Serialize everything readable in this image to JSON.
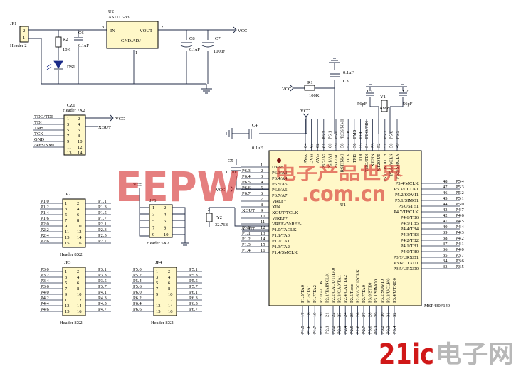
{
  "jp1": {
    "ref": "JP1",
    "name": "Header 2",
    "pins": [
      "2",
      "1"
    ]
  },
  "u2": {
    "ref": "U2",
    "part": "AS1117-33",
    "in": "IN",
    "vout": "VOUT",
    "gnd": "GND/ADJ",
    "pin_in": "3",
    "pin_out": "2",
    "pin_gnd": "1"
  },
  "power": {
    "r2": "R2",
    "r2_val": "10K",
    "ds1": "DS1",
    "c6": "C6",
    "c6_val": "0.1uF",
    "c8": "C8",
    "c8_val": "0.1uF",
    "c7": "C7",
    "c7_val": "100uF",
    "vcc": "VCC"
  },
  "reset": {
    "r1": "R1",
    "r1_val": "100K",
    "c3": "C3",
    "c3_val": "0.1uF",
    "vcc": "VCC"
  },
  "crystal": {
    "c1": "C1",
    "c1_val": "56pF",
    "c2": "C2",
    "c2_val": "56pF",
    "y1": "Y1",
    "y1_val": "8MZ"
  },
  "decoupling": {
    "c4": "C4",
    "c4_val": "0.1uF",
    "c5": "C5",
    "c5_val": "0.1uF",
    "vcc": "VCC"
  },
  "cz1": {
    "ref": "CZ1",
    "name": "Header 7X2",
    "left_pins": [
      "1",
      "3",
      "5",
      "7",
      "9",
      "11",
      "13"
    ],
    "right_pins": [
      "2",
      "4",
      "6",
      "8",
      "10",
      "12",
      "14"
    ],
    "nets": [
      "TDO/TDI",
      "TDI",
      "TMS",
      "TCK",
      "GND",
      "/RES/NMI"
    ],
    "vcc": "VCC",
    "xout": "XOUT"
  },
  "jp2": {
    "ref": "JP2",
    "name": "Header 8X2",
    "left_pins": [
      "1",
      "3",
      "5",
      "7",
      "9",
      "11",
      "13",
      "15"
    ],
    "right_pins": [
      "2",
      "4",
      "6",
      "8",
      "10",
      "12",
      "14",
      "16"
    ],
    "left_nets": [
      "P1.0",
      "P1.2",
      "P1.4",
      "P1.6",
      "P2.0",
      "P2.2",
      "P2.4",
      "P2.6"
    ],
    "right_nets": [
      "P1.1",
      "P1.3",
      "P1.5",
      "P1.7",
      "P2.1",
      "P2.3",
      "P2.5",
      "P2.7"
    ]
  },
  "jp5": {
    "ref": "JP5",
    "name": "Header 5X2",
    "vcc": "VCC",
    "left_pins": [
      "1",
      "3",
      "5",
      "7",
      "9"
    ],
    "right_pins": [
      "2",
      "4",
      "6",
      "8",
      "10"
    ]
  },
  "y2": {
    "ref": "Y2",
    "val": "32.768",
    "xout": "XOUT",
    "pin": "2"
  },
  "jp3": {
    "ref": "JP3",
    "name": "Header 8X2",
    "left_pins": [
      "1",
      "3",
      "5",
      "7",
      "9",
      "11",
      "13",
      "15"
    ],
    "right_pins": [
      "2",
      "4",
      "6",
      "8",
      "10",
      "12",
      "14",
      "16"
    ],
    "left_nets": [
      "P3.0",
      "P3.2",
      "P3.4",
      "P3.6",
      "P4.0",
      "P4.2",
      "P4.4",
      "P4.6"
    ],
    "right_nets": [
      "P3.1",
      "P3.3",
      "P3.5",
      "P3.7",
      "P4.1",
      "P4.3",
      "P4.5",
      "P4.7"
    ]
  },
  "jp4": {
    "ref": "JP4",
    "name": "Header 8X2",
    "left_pins": [
      "1",
      "3",
      "5",
      "7",
      "9",
      "11",
      "13",
      "15"
    ],
    "right_pins": [
      "2",
      "4",
      "6",
      "8",
      "10",
      "12",
      "14",
      "16"
    ],
    "left_nets": [
      "P5.0",
      "P5.2",
      "P5.4",
      "P5.6",
      "P6.0",
      "P6.2",
      "P6.4",
      "P6.6"
    ],
    "right_nets": [
      "P5.1",
      "P5.3",
      "P5.5",
      "P5.7",
      "P6.1",
      "P6.3",
      "P6.5",
      "P6.7"
    ]
  },
  "u1": {
    "ref": "U1",
    "part": "MSP430F149",
    "left_nums": [
      "1",
      "2",
      "3",
      "4",
      "5",
      "6",
      "7",
      "8",
      "9",
      "10",
      "11",
      "12",
      "13",
      "14",
      "15",
      "16"
    ],
    "left_labels": [
      "DVcc",
      "P6.3/A3",
      "P6.4/A4",
      "P6.5/A5",
      "P6.6/A6",
      "P6.7/A7",
      "VREF+",
      "XIN",
      "XOUT/TCLK",
      "VeREF+",
      "VREF-/VeREF-",
      "P1.0/TACLK",
      "P1.1/TA0",
      "P1.2/TA1",
      "P1.3/TA2",
      "P1.4/SMCLK"
    ],
    "left_nets": [
      "",
      "P6.3",
      "P6.4",
      "P6.5",
      "P6.6",
      "P6.7",
      "",
      "",
      "XOUT",
      "",
      "",
      "P1.0",
      "P1.1",
      "P1.2",
      "P1.3",
      "P1.4"
    ],
    "right_nums": [
      "48",
      "47",
      "46",
      "45",
      "44",
      "43",
      "42",
      "41",
      "40",
      "39",
      "38",
      "37",
      "36",
      "35",
      "34",
      "33"
    ],
    "right_labels": [
      "P5.4/MCLK",
      "P5.3/UCLK1",
      "P5.2/SOMI1",
      "P5.1/SIMO1",
      "P5.0/STE1",
      "P4.7/TBCLK",
      "P4.6/TB6",
      "P4.5/TB5",
      "P4.4/TB4",
      "P4.3/TB3",
      "P4.2/TB2",
      "P4.1/TB1",
      "P4.0/TB0",
      "P3.7/URXD1",
      "P3.6/UTXD1",
      "P3.5/URXD0"
    ],
    "right_nets": [
      "P5.4",
      "P5.3",
      "P5.2",
      "P5.1",
      "P5.0",
      "P4.7",
      "P4.6",
      "P4.5",
      "P4.4",
      "P4.3",
      "P4.2",
      "P4.1",
      "P4.0",
      "P3.7",
      "P3.6",
      "P3.5"
    ],
    "top_nums": [
      "64",
      "63",
      "62",
      "61",
      "60",
      "59",
      "58",
      "57",
      "56",
      "55",
      "54",
      "53",
      "52",
      "51",
      "50",
      "49"
    ],
    "top_labels": [
      "AVcc",
      "DVss",
      "AVss",
      "P6.2/A2",
      "P6.1/A1",
      "P6.0/A0",
      "RST/NMI",
      "TCK",
      "TMS",
      "TDI",
      "TDO/TDI",
      "XT2IN",
      "XT2OUT",
      "P5.7/TBOUTH",
      "P5.6/ACLK",
      "P5.5/SMCLK"
    ],
    "top_nets": [
      "",
      "",
      "",
      "P6.2",
      "P6.1",
      "P6.0",
      "/RES/NMI",
      "TCK",
      "TMS",
      "TDI",
      "TDO/TDI",
      "",
      "",
      "P5.7",
      "P5.6",
      "P5.5"
    ],
    "bottom_nums": [
      "17",
      "18",
      "19",
      "20",
      "21",
      "22",
      "23",
      "24",
      "25",
      "26",
      "27",
      "28",
      "29",
      "30",
      "31",
      "32"
    ],
    "bottom_labels": [
      "P1.5/TA0",
      "P1.6/TA1",
      "P1.7/TA2",
      "P2.0/ACLK",
      "P2.1/TAINCLK",
      "P2.2/CAOUT/TA0",
      "P2.3/CA0/TA1",
      "P2.4/CA1/TA2",
      "P2.5/Rosc",
      "P2.6/ADC12CLK",
      "P2.7/TA0",
      "P3.0/STE0",
      "P3.1/SIMO0",
      "P3.2/SOMI0",
      "P3.3/UCLK0",
      "P3.4/UTXD0"
    ],
    "bottom_nets": [
      "P1.5",
      "P1.6",
      "P1.7",
      "P2.0",
      "P2.1",
      "P2.2",
      "P2.3",
      "P2.4",
      "P2.5",
      "P2.6",
      "P2.7",
      "P3.0",
      "P3.1",
      "P3.2",
      "P3.3",
      "P3.4"
    ]
  },
  "watermarks": {
    "eepw_en": "EEPW",
    "eepw_cn": "电子产品世界",
    "eepw_com": ".com.cn",
    "site_num": "21ic",
    "site_cn": "电子网"
  },
  "colors": {
    "wire": "#1f2a44",
    "body": "#fff8c8",
    "watermark_red": "#d01818",
    "watermark_gray": "#c8c8c8"
  }
}
